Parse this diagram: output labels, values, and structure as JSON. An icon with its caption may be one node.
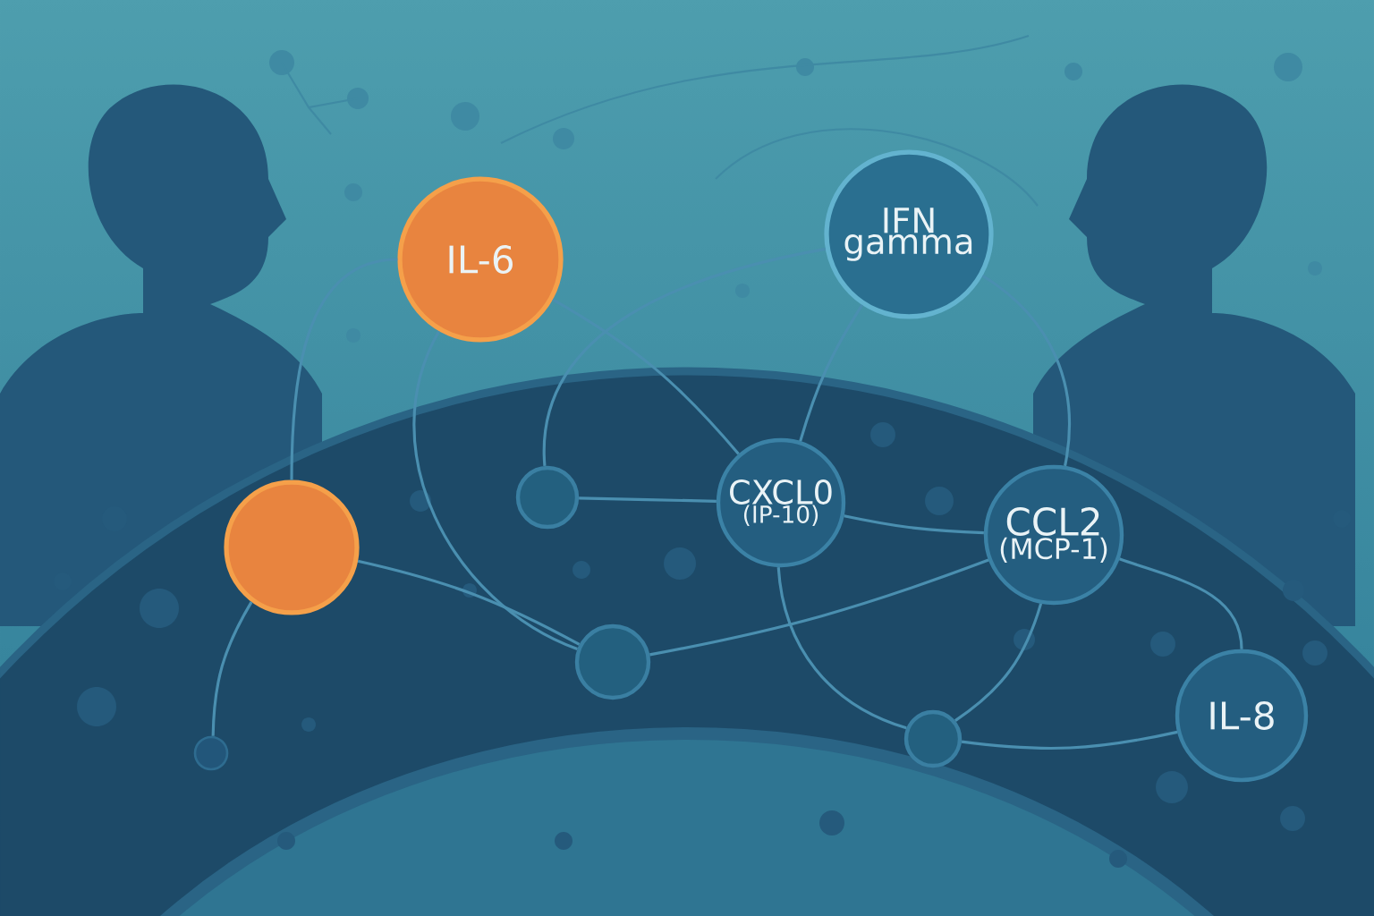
{
  "diagram": {
    "nodes": [
      {
        "text": [
          "IL-6"
        ]
      },
      {
        "text": [
          "IFN gamma"
        ]
      },
      {
        "text": [],
        "shape": "circle"
      },
      {
        "text": [],
        "shape": "circle"
      },
      {
        "text": [
          "CXCL0",
          "(IP-10)"
        ]
      },
      {
        "text": [
          "CCL2",
          "(MCP-1)"
        ]
      },
      {
        "text": [],
        "shape": "circle"
      },
      {
        "text": [],
        "shape": "circle"
      },
      {
        "text": [],
        "shape": "circle"
      },
      {
        "text": [
          "IL-8"
        ]
      }
    ],
    "edges": [
      {
        "from": 0,
        "to": 2,
        "arrow": "none"
      },
      {
        "from": 0,
        "to": 4,
        "arrow": "none"
      },
      {
        "from": 0,
        "to": 6,
        "arrow": "none"
      },
      {
        "from": 1,
        "to": 4,
        "arrow": "none"
      },
      {
        "from": 1,
        "to": 5,
        "arrow": "none"
      },
      {
        "from": 3,
        "to": 4,
        "arrow": "none"
      },
      {
        "from": 2,
        "to": 6,
        "arrow": "none"
      },
      {
        "from": 4,
        "to": 5,
        "arrow": "none"
      },
      {
        "from": 5,
        "to": 6,
        "arrow": "none"
      },
      {
        "from": 5,
        "to": 9,
        "arrow": "none"
      },
      {
        "from": 5,
        "to": 7,
        "arrow": "none"
      },
      {
        "from": 4,
        "to": 7,
        "arrow": "none"
      },
      {
        "from": 7,
        "to": 9,
        "arrow": "none"
      },
      {
        "from": 8,
        "to": 2,
        "arrow": "none"
      },
      {
        "from": 3,
        "to": 1,
        "arrow": "none"
      }
    ]
  }
}
